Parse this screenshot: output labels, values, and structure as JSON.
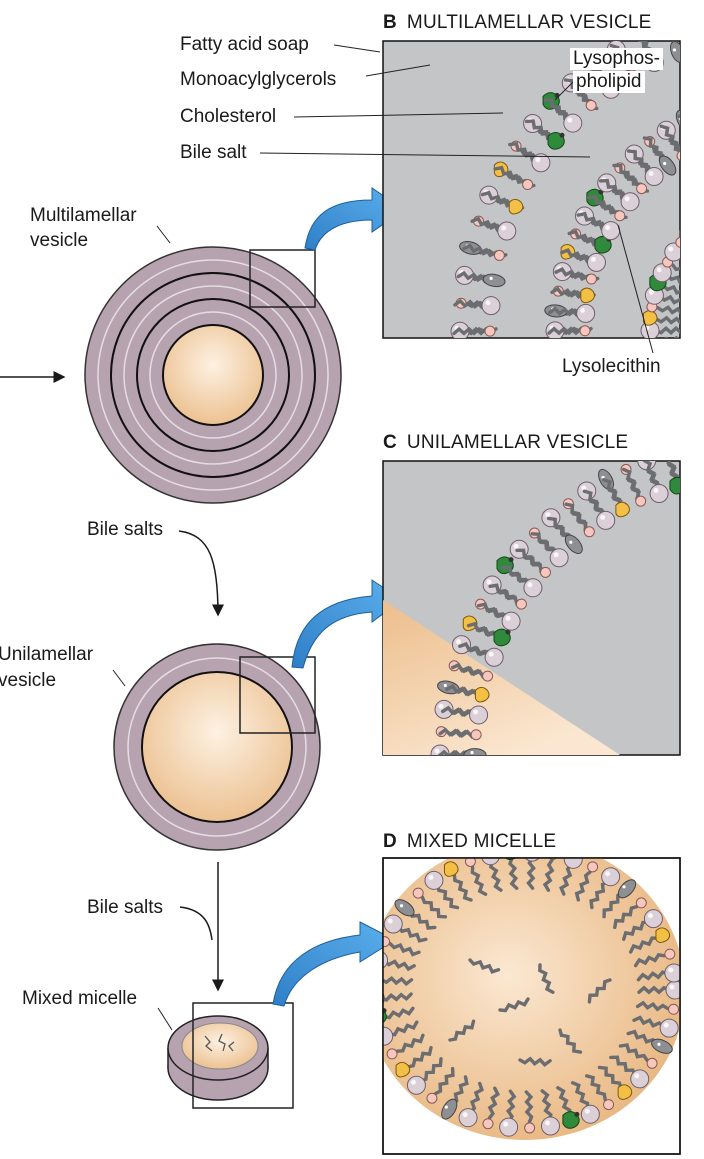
{
  "panels": {
    "b": {
      "letter": "B",
      "title": "MULTILAMELLAR VESICLE"
    },
    "c": {
      "letter": "C",
      "title": "UNILAMELLAR VESICLE"
    },
    "d": {
      "letter": "D",
      "title": "MIXED MICELLE"
    }
  },
  "component_labels": {
    "fatty_acid_soap": "Fatty acid soap",
    "monoacylglycerols": "Monoacylglycerols",
    "cholesterol": "Cholesterol",
    "bile_salt": "Bile salt",
    "lysophospholipid_line1": "Lysophos-",
    "lysophospholipid_line2": "pholipid",
    "lysolecithin": "Lysolecithin"
  },
  "structure_labels": {
    "multilamellar_line1": "Multilamellar",
    "multilamellar_line2": "vesicle",
    "unilamellar_line1": "Unilamellar",
    "unilamellar_line2": "vesicle",
    "mixed_micelle": "Mixed micelle"
  },
  "step_labels": {
    "bile_salts_1": "Bile salts",
    "bile_salts_2": "Bile salts"
  },
  "colors": {
    "membrane": "#b7a2b0",
    "membrane_dark": "#2a2a2a",
    "core_light": "#fbe9d3",
    "core_dark": "#e9b982",
    "panel_bg": "#c4c5c7",
    "bile_salt": "#2f8a3c",
    "cholesterol": "#f3bf45",
    "monoacylglycerol": "#8d8f92",
    "fatty_acid_soap": "#f6c7bf",
    "phospholipid_head": "#dcd0d8",
    "tail": "#6b6d70",
    "arrow_blue": "#3f8fd6"
  }
}
